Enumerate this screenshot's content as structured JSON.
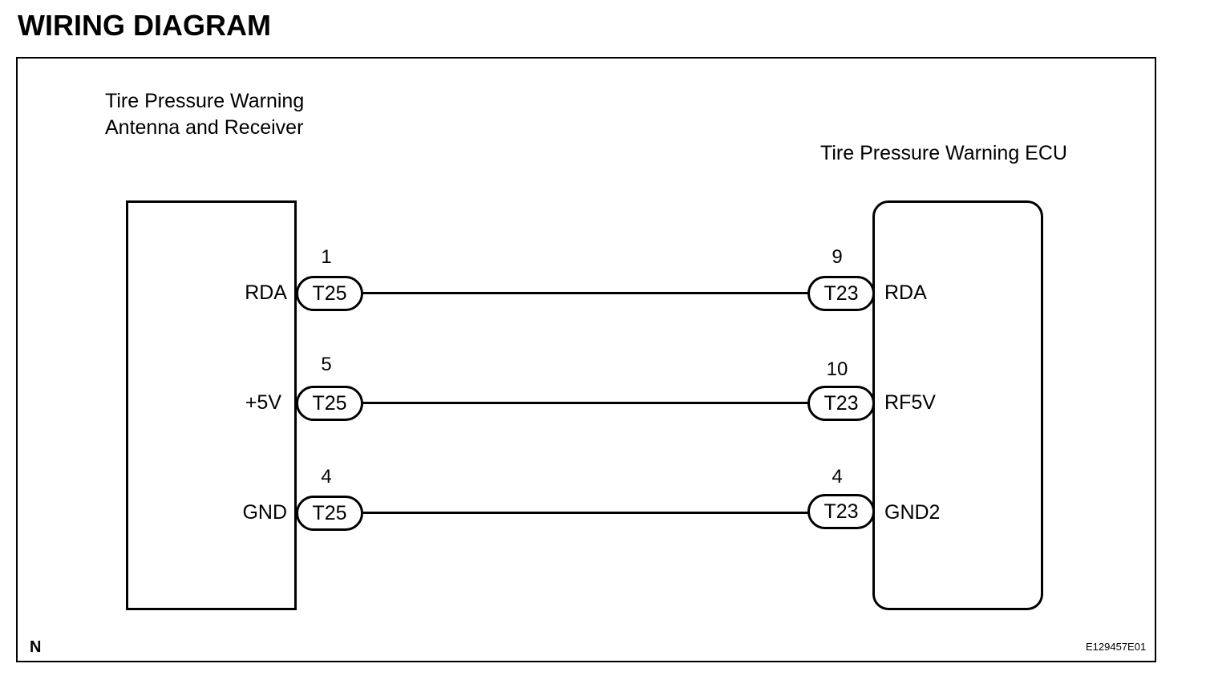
{
  "title": "WIRING DIAGRAM",
  "left_component": {
    "label_line1": "Tire Pressure Warning",
    "label_line2": "Antenna and Receiver"
  },
  "right_component": {
    "label": "Tire Pressure Warning ECU"
  },
  "wires": [
    {
      "left_signal": "RDA",
      "left_pin": "1",
      "left_connector": "T25",
      "right_signal": "RDA",
      "right_pin": "9",
      "right_connector": "T23"
    },
    {
      "left_signal": "+5V",
      "left_pin": "5",
      "left_connector": "T25",
      "right_signal": "RF5V",
      "right_pin": "10",
      "right_connector": "T23"
    },
    {
      "left_signal": "GND",
      "left_pin": "4",
      "left_connector": "T25",
      "right_signal": "GND2",
      "right_pin": "4",
      "right_connector": "T23"
    }
  ],
  "corner_mark": "N",
  "figure_ref": "E129457E01"
}
